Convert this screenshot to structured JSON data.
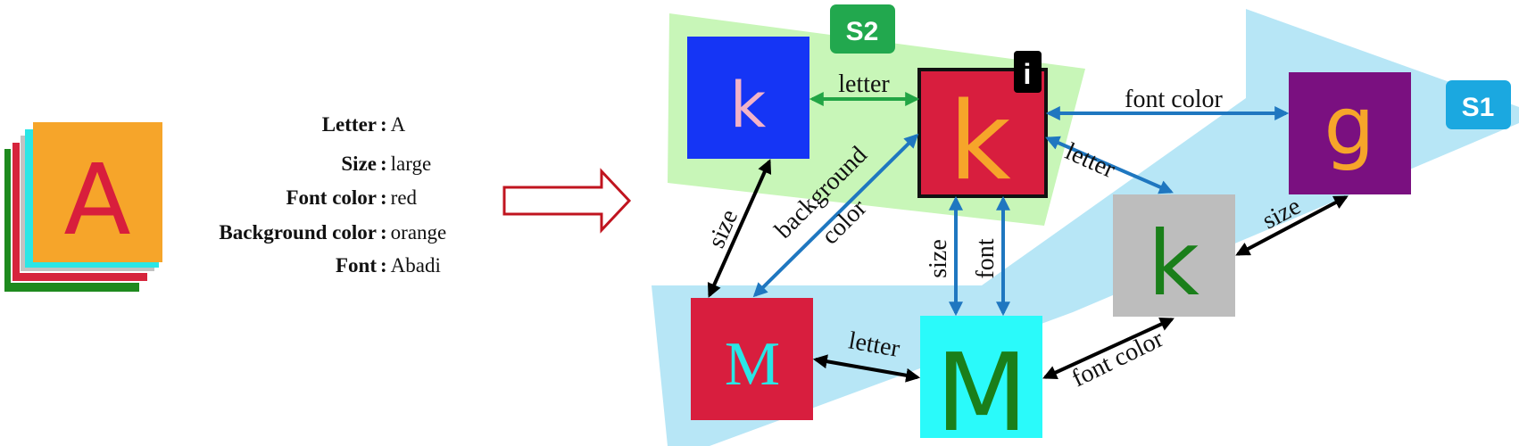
{
  "colors": {
    "region_s1": "#b7e6f6",
    "region_s2": "#c8f6b8",
    "arrow_blue": "#1f77c0",
    "arrow_green": "#22a545",
    "arrow_black": "#000000",
    "transform_arrow": "#c0141f",
    "badge_s1": "#1ba8e0",
    "badge_s2": "#22a84e"
  },
  "source": {
    "letter": "A",
    "stack_colors": [
      "#1e8a1e",
      "#d6243c",
      "#c2c2c2",
      "#2ae6e6",
      "#f6a52a"
    ],
    "letter_color": "#d81e3c",
    "attributes": [
      {
        "key": "Letter",
        "value": "A"
      },
      {
        "key": "Size",
        "value": "large"
      },
      {
        "key": "Font color",
        "value": "red"
      },
      {
        "key": "Background color",
        "value": "orange"
      },
      {
        "key": "Font",
        "value": "Abadi"
      }
    ],
    "separator": ":"
  },
  "badges": {
    "s1": "S1",
    "s2": "S2",
    "info": "i"
  },
  "tiles": [
    {
      "id": "blue-k",
      "letter": "k",
      "bg": "#1535f5",
      "fg": "#f2b3c8"
    },
    {
      "id": "main-k",
      "letter": "k",
      "bg": "#d81e3e",
      "fg": "#f6a52a"
    },
    {
      "id": "purple-g",
      "letter": "g",
      "bg": "#7a1080",
      "fg": "#f6a52a"
    },
    {
      "id": "gray-k",
      "letter": "k",
      "bg": "#bdbdbd",
      "fg": "#1a7f1a"
    },
    {
      "id": "red-m",
      "letter": "M",
      "bg": "#d81e3e",
      "fg": "#2ae6e6"
    },
    {
      "id": "cyan-m",
      "letter": "M",
      "bg": "#2afafa",
      "fg": "#1a7f1a"
    }
  ],
  "edges": [
    {
      "id": "blue-main",
      "label": "letter"
    },
    {
      "id": "main-purple",
      "label": "font color"
    },
    {
      "id": "main-gray",
      "label": "letter"
    },
    {
      "id": "gray-purple",
      "label": "size"
    },
    {
      "id": "cyan-gray",
      "label": "font color"
    },
    {
      "id": "redm-cyan",
      "label": "letter"
    },
    {
      "id": "main-cyan-size",
      "label": "size"
    },
    {
      "id": "main-cyan-font",
      "label": "font"
    },
    {
      "id": "blue-redm",
      "label": "size"
    },
    {
      "id": "main-redm",
      "label_line1": "background",
      "label_line2": "color"
    }
  ]
}
